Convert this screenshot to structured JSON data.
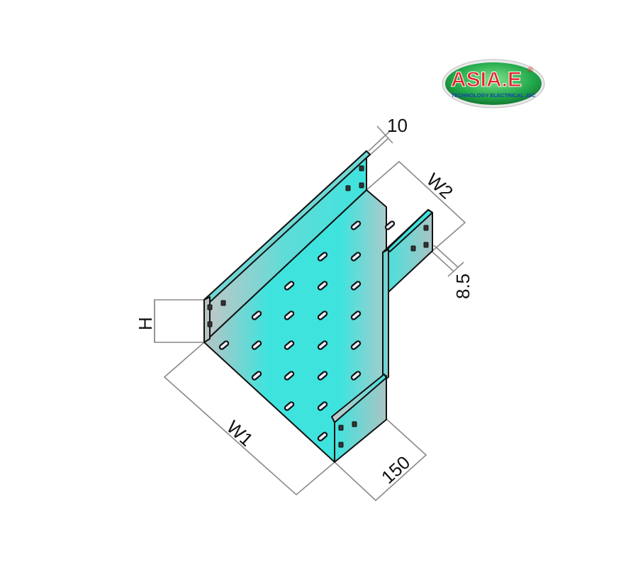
{
  "logo": {
    "brand": "ASIA.E",
    "registered": "®",
    "tagline": "TECHNOLOGY ELECTRICAL JSC",
    "colors": {
      "oval": "#22b04b",
      "brand": "#e0262b",
      "tagline": "#1a3fb0"
    }
  },
  "diagram": {
    "subject": "cable tray reducer / wye fitting",
    "fill_color": "#3fe0dc",
    "side_gray": "#b9c3c3",
    "dimensions": {
      "top_flange": "10",
      "outlet_width": "W2",
      "side_offset": "8.5",
      "height": "H",
      "inlet_width": "W1",
      "leg_length": "150"
    }
  }
}
